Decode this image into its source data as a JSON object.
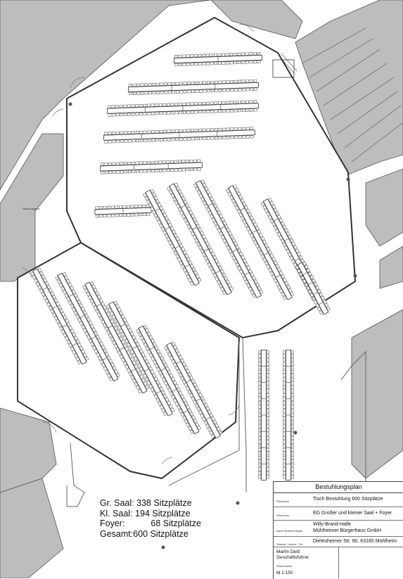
{
  "plan": {
    "room_label": "Saal Ausgabe"
  },
  "totals": {
    "gr_saal_label": "Gr. Saal:",
    "gr_saal_value": "338 Sitzplätze",
    "kl_saal_label": "Kl. Saal:",
    "kl_saal_value": "194 Sitzplätze",
    "foyer_label": "Foyer:",
    "foyer_value": "68 Sitzplätze",
    "gesamt_label": "Gesamt:",
    "gesamt_value": "600 Sitzplätze"
  },
  "title_block": {
    "title": "Bestuhlungsplan",
    "planinhalt_label": "Planinhalt",
    "planinhalt_value": "Tisch Bestuhlung 600 Sitzplätze",
    "geschoss_label": "Geschoss",
    "geschoss_value": "EG Großer und kleiner Saal + Foyer",
    "objekt_label": "Name Betrieb/Objekt",
    "objekt_line1": "Willy-Brand-Halle",
    "objekt_line2": "Mühlheimer Bürgerhaus GmbH",
    "adresse_label": "Strasse, Hausnr., Ort",
    "adresse_value": "Dietesheimer Str. 90, 63165 Mühlheim",
    "person_name": "Martin Deiß",
    "person_role": "Geschäftsführer",
    "planersteller_label": "Planersteller",
    "scale": "M 1:150"
  }
}
